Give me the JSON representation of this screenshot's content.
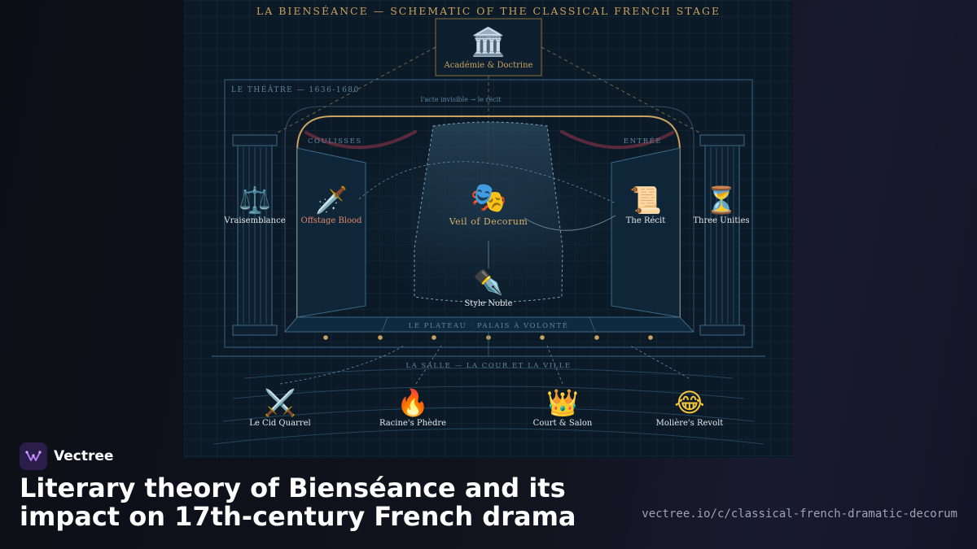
{
  "diagram": {
    "title": "LA BIENSÉANCE — SCHEMATIC OF THE CLASSICAL FRENCH STAGE",
    "academie": {
      "icon": "🏛️",
      "icon_name": "classical-building-icon",
      "label": "Académie & Doctrine"
    },
    "theatre_label": "LE THÉÂTRE — 1636-1680",
    "recit_note": "l'acte invisible → le récit",
    "coulisses": "COULISSES",
    "entree": "ENTRÉE",
    "plateau": "LE PLATEAU · PALAIS À VOLONTÉ",
    "salle": "LA SALLE — LA COUR ET LA VILLE",
    "center": {
      "icon": "🎭",
      "icon_name": "theater-masks-icon",
      "label": "Veil of Decorum"
    },
    "style_noble": {
      "icon": "✒️",
      "icon_name": "fountain-pen-icon",
      "label": "Style Noble"
    },
    "left_pillar": {
      "icon": "⚖️",
      "icon_name": "balance-scale-icon",
      "label": "Vraisemblance"
    },
    "offstage": {
      "icon": "🗡️",
      "icon_name": "dagger-icon",
      "label": "Offstage Blood"
    },
    "recit": {
      "icon": "📜",
      "icon_name": "scroll-icon",
      "label": "The Récit"
    },
    "right_pillar": {
      "icon": "⏳",
      "icon_name": "hourglass-icon",
      "label": "Three Unities"
    },
    "audience": [
      {
        "icon": "⚔️",
        "icon_name": "crossed-swords-icon",
        "label": "Le Cid Quarrel"
      },
      {
        "icon": "🔥",
        "icon_name": "fire-icon",
        "label": "Racine's Phèdre"
      },
      {
        "icon": "👑",
        "icon_name": "crown-icon",
        "label": "Court & Salon"
      },
      {
        "icon": "😂",
        "icon_name": "laughing-face-icon",
        "label": "Molière's Revolt"
      }
    ]
  },
  "colors": {
    "gold": "#c9a25e",
    "blue_line": "#3b6a8a",
    "label_blue": "#5d86a3",
    "curtain": "#5a2a3a",
    "offstage_text": "#e0876b"
  },
  "footer": {
    "brand": "Vectree",
    "title": "Literary theory of Bienséance and its impact on 17th-century French drama",
    "url": "vectree.io/c/classical-french-dramatic-decorum"
  }
}
